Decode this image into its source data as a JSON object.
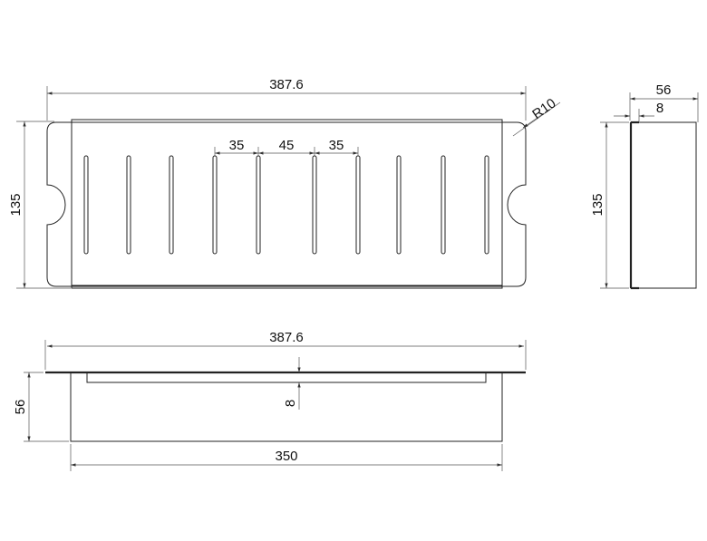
{
  "top_view": {
    "overall_length": "387.6",
    "height": "135",
    "slot_gap_left": "35",
    "slot_gap_center": "45",
    "slot_gap_right": "35",
    "corner_radius": "R10",
    "slot_count": 10
  },
  "side_view": {
    "depth": "56",
    "flange": "8",
    "height": "135"
  },
  "front_view": {
    "overall_length": "387.6",
    "depth": "56",
    "inset": "8",
    "body_length": "350"
  },
  "colors": {
    "line": "#222222",
    "dimension": "#555555"
  }
}
